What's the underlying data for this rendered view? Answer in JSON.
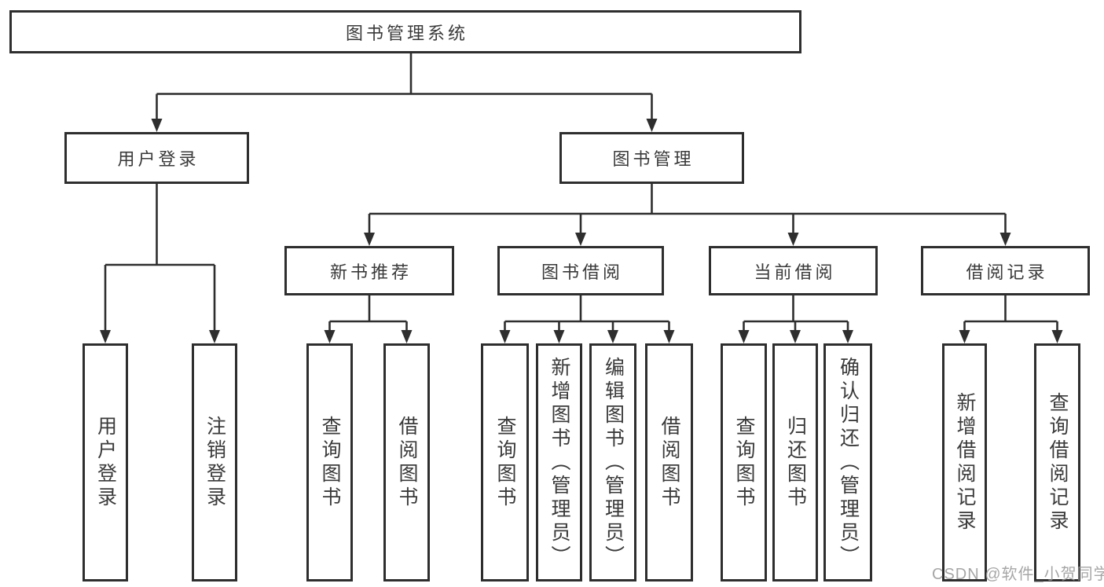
{
  "tree": {
    "root": {
      "label": "图书管理系统"
    },
    "branches": [
      {
        "label": "用户登录",
        "children": [
          {
            "label": "用户登录"
          },
          {
            "label": "注销登录"
          }
        ]
      },
      {
        "label": "图书管理",
        "children": [
          {
            "label": "新书推荐",
            "children": [
              {
                "label": "查询图书"
              },
              {
                "label": "借阅图书"
              }
            ]
          },
          {
            "label": "图书借阅",
            "children": [
              {
                "label": "查询图书"
              },
              {
                "label": "新增图书（管理员）"
              },
              {
                "label": "编辑图书（管理员）"
              },
              {
                "label": "借阅图书"
              }
            ]
          },
          {
            "label": "当前借阅",
            "children": [
              {
                "label": "查询图书"
              },
              {
                "label": "归还图书"
              },
              {
                "label": "确认归还（管理员）"
              }
            ]
          },
          {
            "label": "借阅记录",
            "children": [
              {
                "label": "新增借阅记录"
              },
              {
                "label": "查询借阅记录"
              }
            ]
          }
        ]
      }
    ]
  },
  "watermark": {
    "text": "CSDN @软件_小贺同学"
  },
  "colors": {
    "line": "#2e2e2e",
    "box_border": "#2e2e2e",
    "text": "#3a3a3a",
    "background": "#ffffff",
    "watermark": "#969696"
  }
}
